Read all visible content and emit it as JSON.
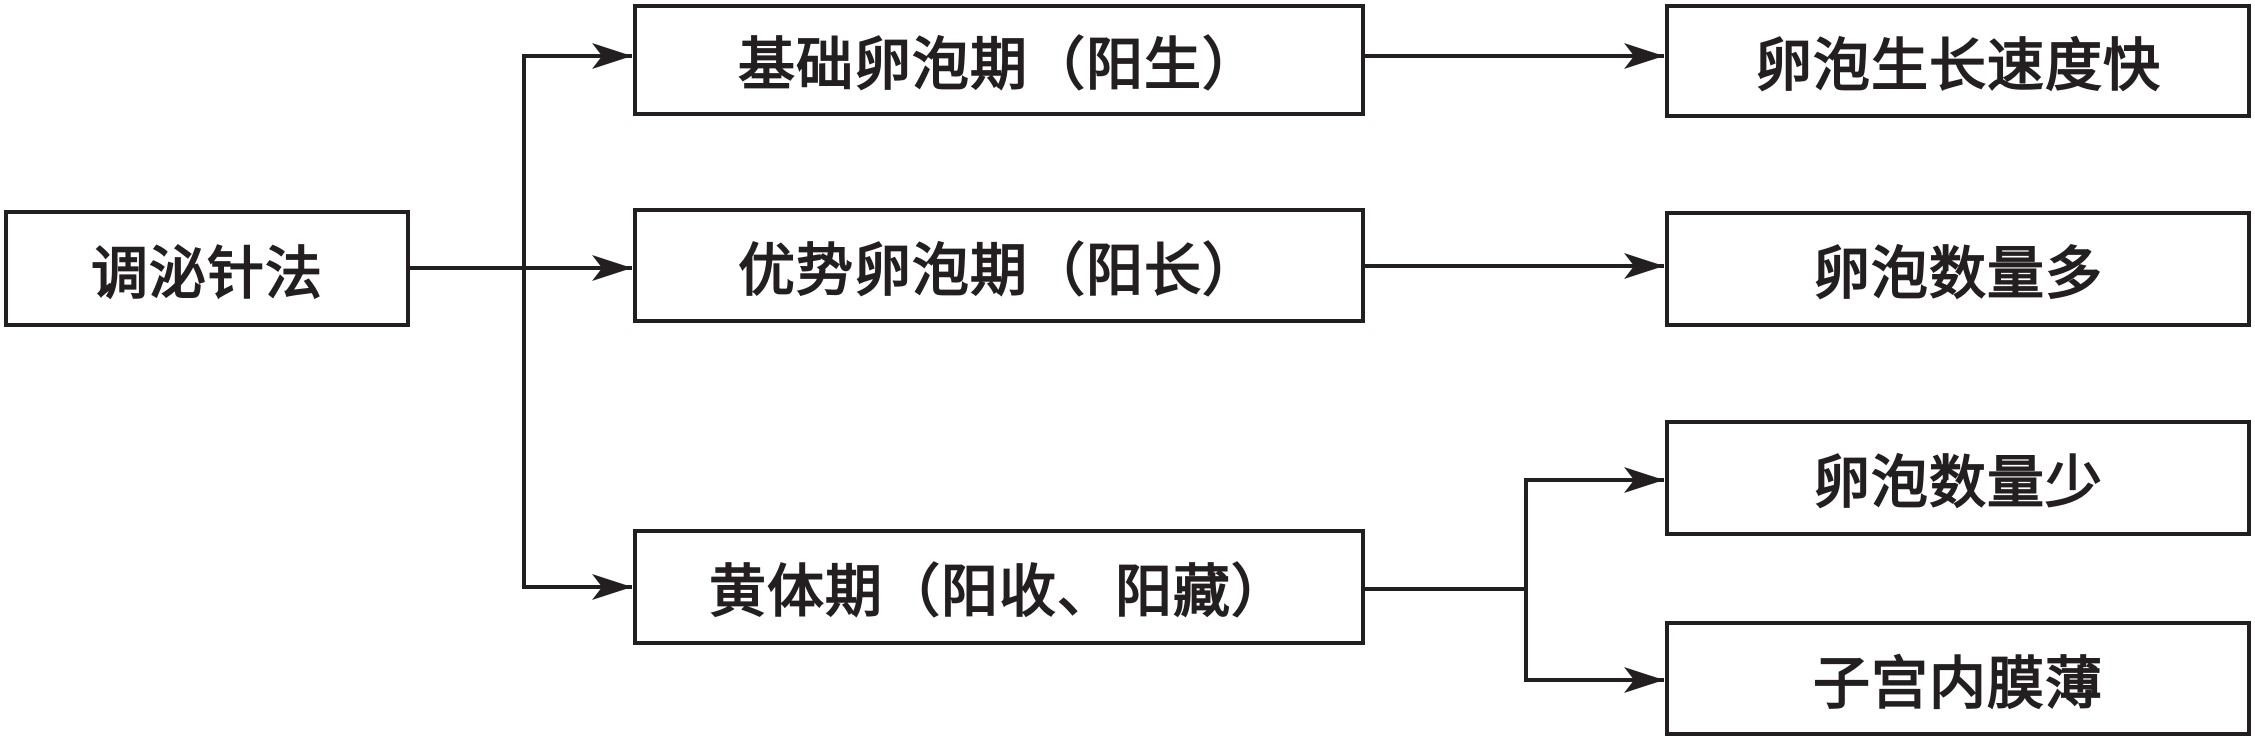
{
  "root": {
    "label": "调泌针法"
  },
  "stages": [
    {
      "label": "基础卵泡期（阳生）"
    },
    {
      "label": "优势卵泡期（阳长）"
    },
    {
      "label": "黄体期（阳收、阳藏）"
    }
  ],
  "results": [
    {
      "label": "卵泡生长速度快"
    },
    {
      "label": "卵泡数量多"
    },
    {
      "label": "卵泡数量少"
    },
    {
      "label": "子宫内膜薄"
    }
  ],
  "colors": {
    "line": "#231f20",
    "text": "#231f20",
    "background": "#ffffff"
  }
}
